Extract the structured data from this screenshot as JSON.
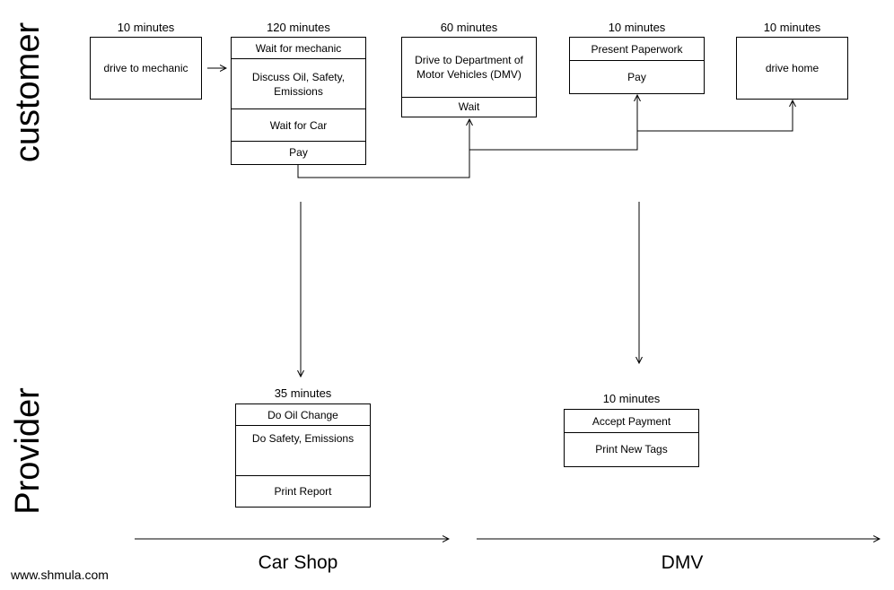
{
  "lanes": {
    "customer": "customer",
    "provider": "Provider"
  },
  "customer": {
    "drive_to_mechanic": {
      "time": "10 minutes",
      "rows": [
        "drive to mechanic"
      ]
    },
    "mechanic": {
      "time": "120 minutes",
      "rows": [
        "Wait for mechanic",
        "Discuss Oil, Safety, Emissions",
        "Wait for Car",
        "Pay"
      ]
    },
    "dmv_drive": {
      "time": "60 minutes",
      "rows": [
        "Drive to Department of Motor Vehicles (DMV)",
        "Wait"
      ]
    },
    "paperwork": {
      "time": "10 minutes",
      "rows": [
        "Present Paperwork",
        "Pay"
      ]
    },
    "drive_home": {
      "time": "10 minutes",
      "rows": [
        "drive home"
      ]
    }
  },
  "provider": {
    "car_shop": {
      "time": "35 minutes",
      "rows": [
        "Do Oil Change",
        "Do Safety, Emissions",
        "Print Report"
      ]
    },
    "dmv": {
      "time": "10 minutes",
      "rows": [
        "Accept Payment",
        "Print New Tags"
      ]
    }
  },
  "axis": {
    "car_shop": "Car Shop",
    "dmv": "DMV"
  },
  "credit": "www.shmula.com"
}
